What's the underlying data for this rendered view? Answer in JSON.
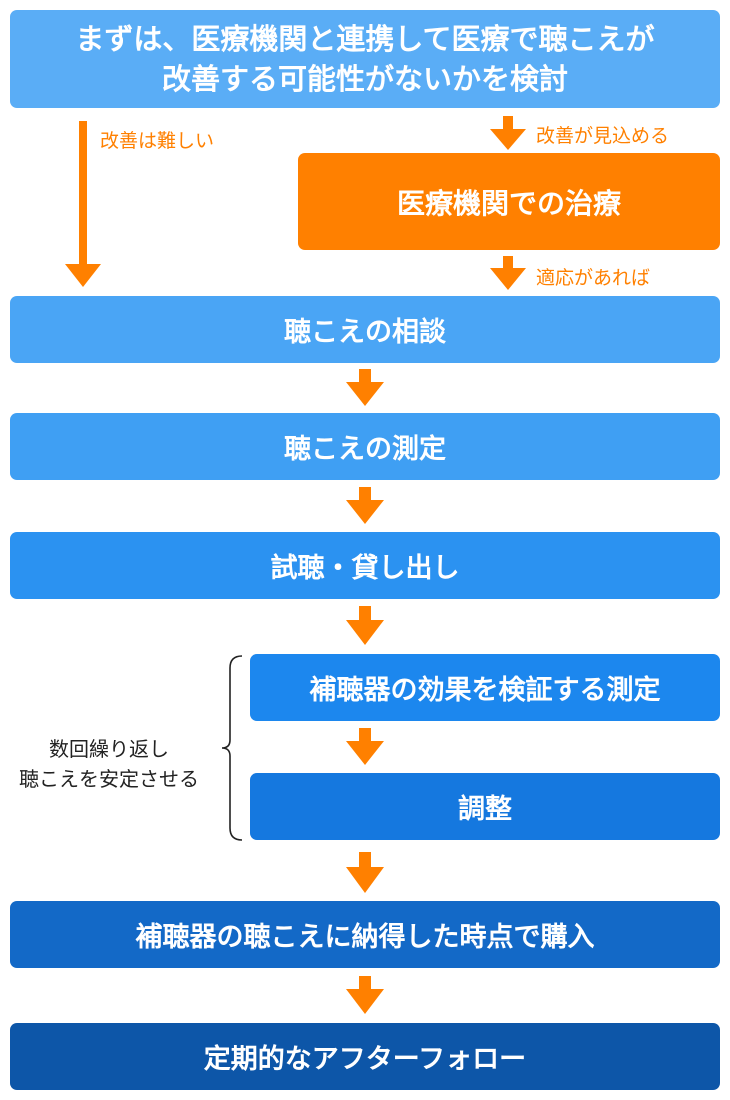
{
  "flow": {
    "title": "まずは、医療機関と連携して医療で聴こえが\n改善する可能性がないかを検討",
    "branch_hard": "改善は難しい",
    "branch_improve": "改善が見込める",
    "treatment": "医療機関での治療",
    "if_applicable": "適応があれば",
    "steps": [
      "聴こえの相談",
      "聴こえの測定",
      "試聴・貸し出し",
      "補聴器の効果を検証する測定",
      "調整",
      "補聴器の聴こえに納得した時点で購入",
      "定期的なアフターフォロー"
    ],
    "loop_label": "数回繰り返し\n聴こえを安定させる"
  },
  "colors": {
    "arrow": "#ff8000",
    "treatment": "#ff8000",
    "title": "#5aadf6",
    "final": "#0d56a8"
  }
}
